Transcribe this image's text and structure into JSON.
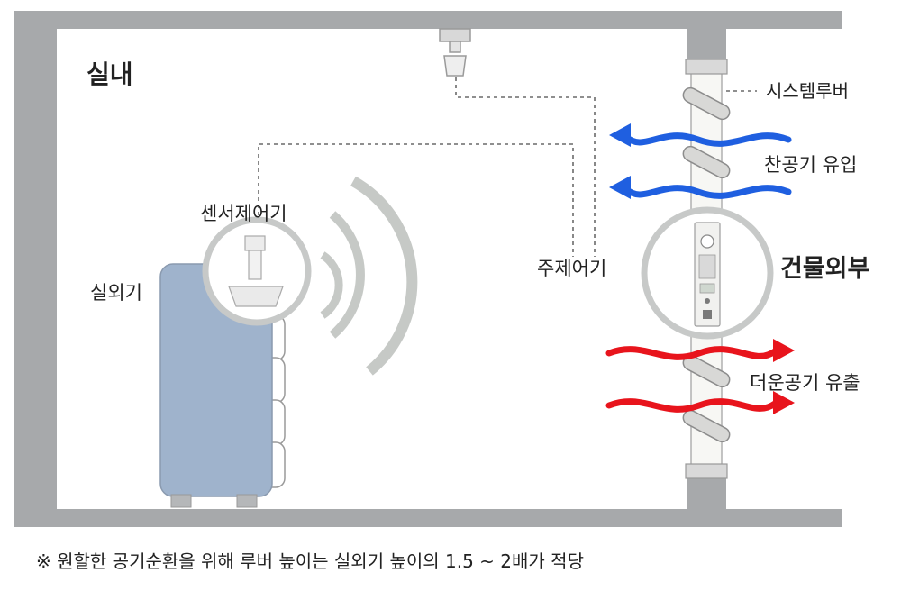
{
  "labels": {
    "indoor": "실내",
    "system_louver": "시스템루버",
    "cold_air_in": "찬공기 유입",
    "outside": "건물외부",
    "hot_air_out": "더운공기 유출",
    "sensor_controller": "센서제어기",
    "outdoor_unit": "실외기",
    "main_controller": "주제어기"
  },
  "footnote": "※ 원할한 공기순환을 위해 루버 높이는 실외기 높이의 1.5 ~ 2배가 적당",
  "colors": {
    "wall": "#a7a9ab",
    "cold_arrow": "#1f5fe0",
    "hot_arrow": "#e8141c",
    "cold_text": "#1f5fe0",
    "hot_text": "#e8141c",
    "unit_body": "#9fb3cc"
  }
}
